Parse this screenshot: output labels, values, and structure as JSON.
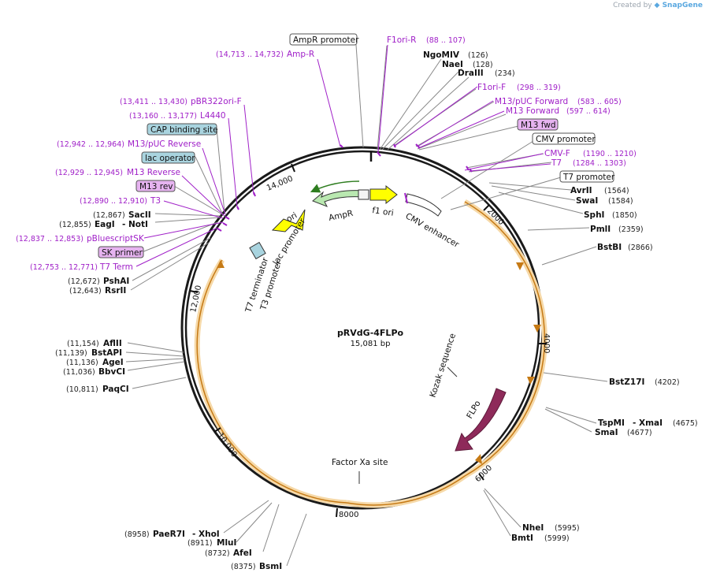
{
  "credit": {
    "text": "Created by",
    "brand": "SnapGene"
  },
  "plasmid": {
    "name": "pRVdG-4FLPo",
    "length_label": "15,081 bp"
  },
  "ticks": [
    "2000",
    "4000",
    "6000",
    "8000",
    "10,000",
    "12,000",
    "14,000"
  ],
  "enzymes": [
    {
      "name": "NgoMIV",
      "pos": "(126)"
    },
    {
      "name": "NaeI",
      "pos": "(128)"
    },
    {
      "name": "DraIII",
      "pos": "(234)"
    },
    {
      "name": "AvrII",
      "pos": "(1564)"
    },
    {
      "name": "SwaI",
      "pos": "(1584)"
    },
    {
      "name": "SphI",
      "pos": "(1850)"
    },
    {
      "name": "PmlI",
      "pos": "(2359)"
    },
    {
      "name": "BstBI",
      "pos": "(2866)"
    },
    {
      "name": "BstZ17I",
      "pos": "(4202)"
    },
    {
      "name": "TspMI",
      "sep": "- XmaI",
      "pos": "(4675)"
    },
    {
      "name": "SmaI",
      "pos": "(4677)"
    },
    {
      "name": "NheI",
      "pos": "(5995)"
    },
    {
      "name": "BmtI",
      "pos": "(5999)"
    },
    {
      "name": "BsmI",
      "pos": "(8375)"
    },
    {
      "name": "AfeI",
      "pos": "(8732)"
    },
    {
      "name": "MluI",
      "pos": "(8911)"
    },
    {
      "name": "PaeR7I",
      "sep": "- XhoI",
      "pos": "(8958)"
    },
    {
      "name": "PaqCI",
      "pos": "(10,811)"
    },
    {
      "name": "BbvCI",
      "pos": "(11,036)"
    },
    {
      "name": "AgeI",
      "pos": "(11,136)"
    },
    {
      "name": "BstAPI",
      "pos": "(11,139)"
    },
    {
      "name": "AflII",
      "pos": "(11,154)"
    },
    {
      "name": "RsrII",
      "pos": "(12,643)"
    },
    {
      "name": "PshAI",
      "pos": "(12,672)"
    },
    {
      "name": "EagI",
      "sep": "- NotI",
      "pos": "(12,855)"
    },
    {
      "name": "SacII",
      "pos": "(12,867)"
    }
  ],
  "primers": [
    {
      "name": "F1ori-R",
      "pos": "(88 .. 107)"
    },
    {
      "name": "F1ori-F",
      "pos": "(298 .. 319)"
    },
    {
      "name": "M13/pUC Forward",
      "pos": "(583 .. 605)"
    },
    {
      "name": "M13 Forward",
      "pos": "(597 .. 614)"
    },
    {
      "name": "CMV-F",
      "pos": "(1190 .. 1210)"
    },
    {
      "name": "T7",
      "pos": "(1284 .. 1303)"
    },
    {
      "name": "Amp-R",
      "pos": "(14,713 .. 14,732)"
    },
    {
      "name": "pBR322ori-F",
      "pos": "(13,411 .. 13,430)"
    },
    {
      "name": "L4440",
      "pos": "(13,160 .. 13,177)"
    },
    {
      "name": "M13/pUC Reverse",
      "pos": "(12,942 .. 12,964)"
    },
    {
      "name": "M13 Reverse",
      "pos": "(12,929 .. 12,945)"
    },
    {
      "name": "T3",
      "pos": "(12,890 .. 12,910)"
    },
    {
      "name": "pBluescriptSK",
      "pos": "(12,837 .. 12,853)"
    },
    {
      "name": "T7 Term",
      "pos": "(12,753 .. 12,771)"
    }
  ],
  "boxed_labels": {
    "ampr_promoter": "AmpR promoter",
    "cmv_promoter": "CMV promoter",
    "t7_promoter": "T7 promoter",
    "m13_fwd": "M13 fwd",
    "m13_rev": "M13 rev",
    "sk_primer": "SK primer",
    "cap_binding": "CAP binding site",
    "lac_operator": "lac operator"
  },
  "features": {
    "ampr": "AmpR",
    "f1_ori": "f1 ori",
    "ori": "ori",
    "cmv_enhancer": "CMV enhancer",
    "lac_promoter": "lac promoter",
    "t3_promoter": "T3 promoter",
    "t7_terminator": "T7 terminator",
    "kozak": "Kozak sequence",
    "flpo": "FLPo",
    "factor_xa": "Factor Xa site"
  },
  "colors": {
    "backbone": "#1a1a1a",
    "primer": "#a020c8",
    "primer_box_fill": "#e6b3f0",
    "cyan_box_fill": "#a9d4df",
    "orange_arc": "#f2a93b",
    "flpo": "#8e2a5a",
    "ampr": "#b9e8b0",
    "f1_ori": "#ffff00",
    "ori": "#ffff00"
  }
}
